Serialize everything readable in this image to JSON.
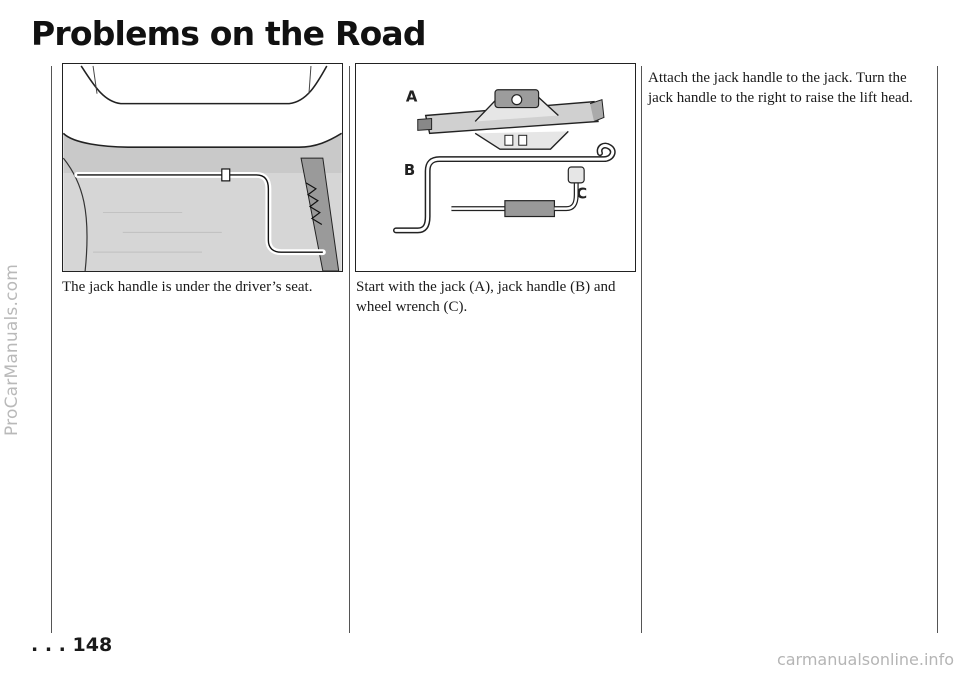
{
  "watermarks": {
    "side": "ProCarManuals.com",
    "bottom": "carmanualsonline.info"
  },
  "page": {
    "title": "Problems on the Road",
    "number": ". . . 148"
  },
  "figures": {
    "jack_kit": {
      "label_a": "A",
      "label_b": "B",
      "label_c": "C"
    }
  },
  "captions": {
    "col1": "The jack handle is under the driver’s seat.",
    "col2": "Start with the jack (A), jack handle (B) and wheel wrench (C).",
    "col3": "Attach the jack handle to the jack. Turn the jack handle to the right to raise the lift head."
  }
}
